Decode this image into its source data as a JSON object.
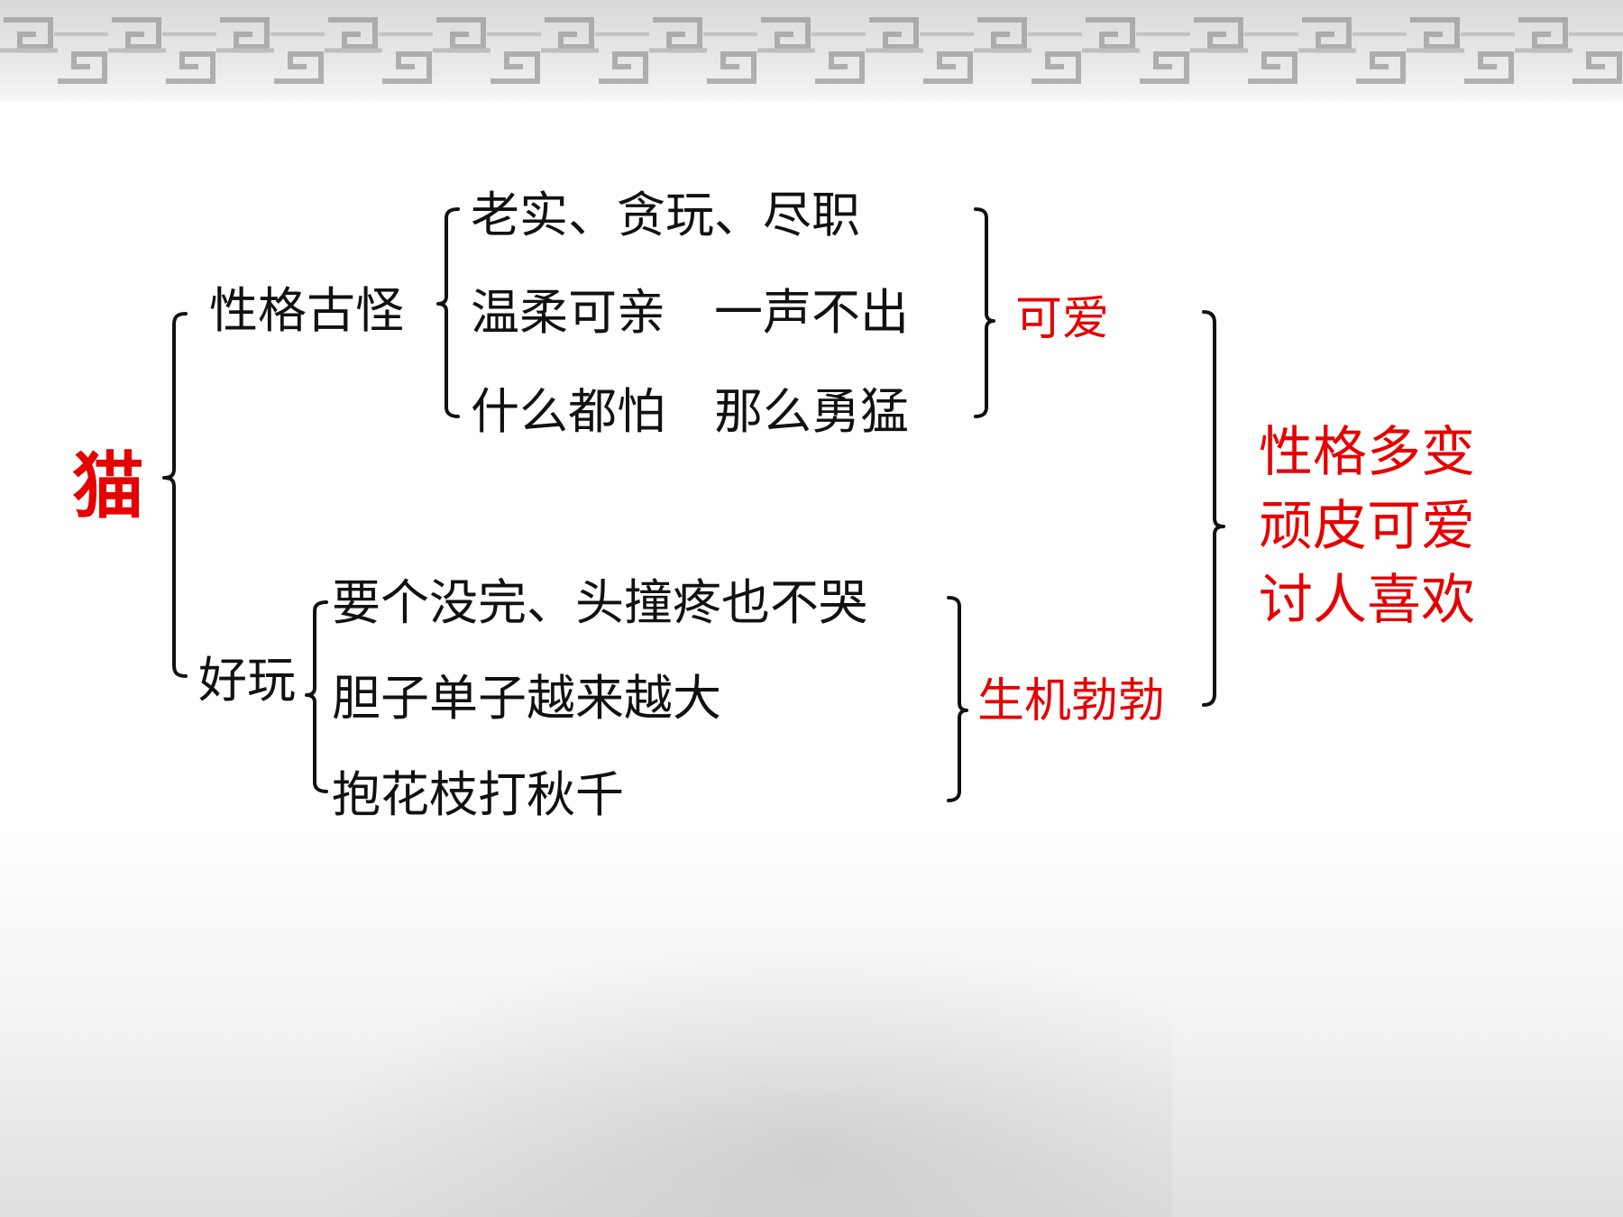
{
  "diagram": {
    "root": "猫",
    "branches": [
      {
        "label": "性格古怪",
        "items": [
          "老实、贪玩、尽职",
          "温柔可亲　一声不出",
          "什么都怕　那么勇猛"
        ],
        "conclusion": "可爱"
      },
      {
        "label": "好玩",
        "items": [
          "要个没完、头撞疼也不哭",
          "胆子单子越来越大",
          "抱花枝打秋千"
        ],
        "conclusion": "生机勃勃"
      }
    ],
    "summary": [
      "性格多变",
      "顽皮可爱",
      "讨人喜欢"
    ]
  },
  "colors": {
    "text": "#111111",
    "accent_red": "#e60000",
    "bracket": "#111111",
    "border_pattern": "#9a9a9a"
  }
}
